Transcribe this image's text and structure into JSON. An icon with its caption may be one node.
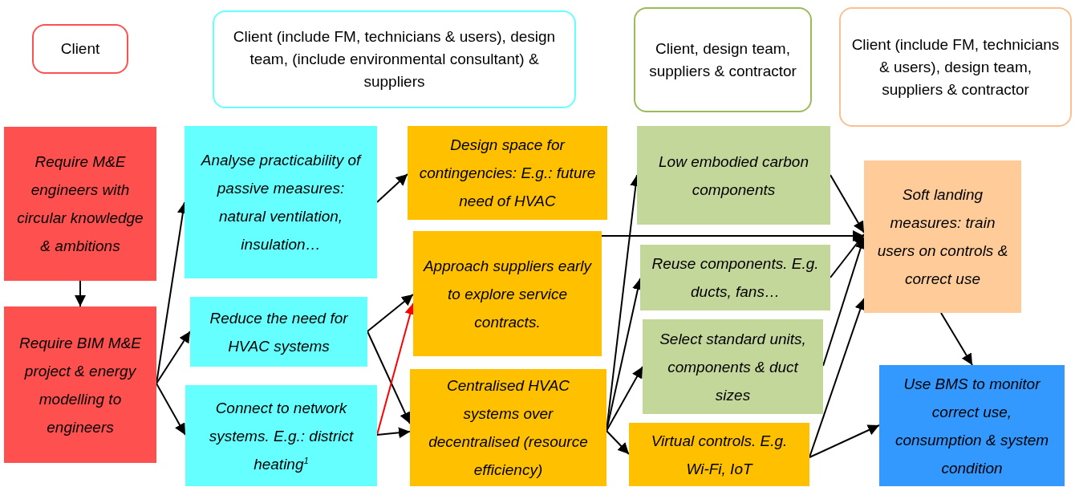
{
  "diagram": {
    "nodes": [
      {
        "text": [
          "Client"
        ]
      },
      {
        "text": [
          "Client (include FM, technicians & users), design team, (include environmental consultant) & suppliers"
        ]
      },
      {
        "text": [
          "Client, design team, suppliers & contractor"
        ]
      },
      {
        "text": [
          "Client (include FM, technicians & users), design team, suppliers & contractor"
        ]
      },
      {
        "text": [
          "Require M&E engineers with circular knowledge & ambitions"
        ]
      },
      {
        "text": [
          "Require BIM M&E project & energy modelling to engineers"
        ]
      },
      {
        "text": [
          "Analyse practicability of passive measures: natural ventilation, insulation…"
        ]
      },
      {
        "text": [
          "Reduce the need for HVAC systems"
        ]
      },
      {
        "text": [
          "Connect to network systems. E.g.: district heating$^{1}$"
        ]
      },
      {
        "text": [
          "Design space for contingencies: E.g.: future need of HVAC"
        ]
      },
      {
        "text": [
          "Approach suppliers early to explore service contracts."
        ]
      },
      {
        "text": [
          "Centralised HVAC systems over decentralised (resource efficiency)"
        ]
      },
      {
        "text": [
          "Low embodied carbon components"
        ]
      },
      {
        "text": [
          "Reuse components. E.g. ducts, fans…"
        ]
      },
      {
        "text": [
          "Select standard units, components & duct sizes"
        ]
      },
      {
        "text": [
          "Virtual controls. E.g. Wi-Fi, IoT"
        ]
      },
      {
        "text": [
          "Soft landing measures: train users on controls & correct use"
        ]
      },
      {
        "text": [
          "Use BMS to monitor correct use, consumption & system condition"
        ]
      }
    ],
    "edges": [
      {
        "from": 4,
        "to": 5,
        "arrow": "to"
      },
      {
        "from": 5,
        "to": 6,
        "arrow": "to"
      },
      {
        "from": 5,
        "to": 7,
        "arrow": "to"
      },
      {
        "from": 5,
        "to": 8,
        "arrow": "to"
      },
      {
        "from": 6,
        "to": 9,
        "arrow": "to"
      },
      {
        "from": 7,
        "to": 10,
        "arrow": "to"
      },
      {
        "from": 7,
        "to": 11,
        "arrow": "to"
      },
      {
        "from": 8,
        "to": 10,
        "arrow": "to",
        "color": "#ff0000"
      },
      {
        "from": 8,
        "to": 11,
        "arrow": "to"
      },
      {
        "from": 10,
        "to": 16,
        "arrow": "to"
      },
      {
        "from": 11,
        "to": 12,
        "arrow": "to"
      },
      {
        "from": 11,
        "to": 13,
        "arrow": "to"
      },
      {
        "from": 11,
        "to": 14,
        "arrow": "to"
      },
      {
        "from": 11,
        "to": 15,
        "arrow": "to"
      },
      {
        "from": 12,
        "to": 16,
        "arrow": "to"
      },
      {
        "from": 13,
        "to": 16,
        "arrow": "to"
      },
      {
        "from": 14,
        "to": 16,
        "arrow": "to"
      },
      {
        "from": 15,
        "to": 16,
        "arrow": "to"
      },
      {
        "from": 15,
        "to": 17,
        "arrow": "to"
      },
      {
        "from": 16,
        "to": 17,
        "arrow": "to"
      }
    ]
  }
}
